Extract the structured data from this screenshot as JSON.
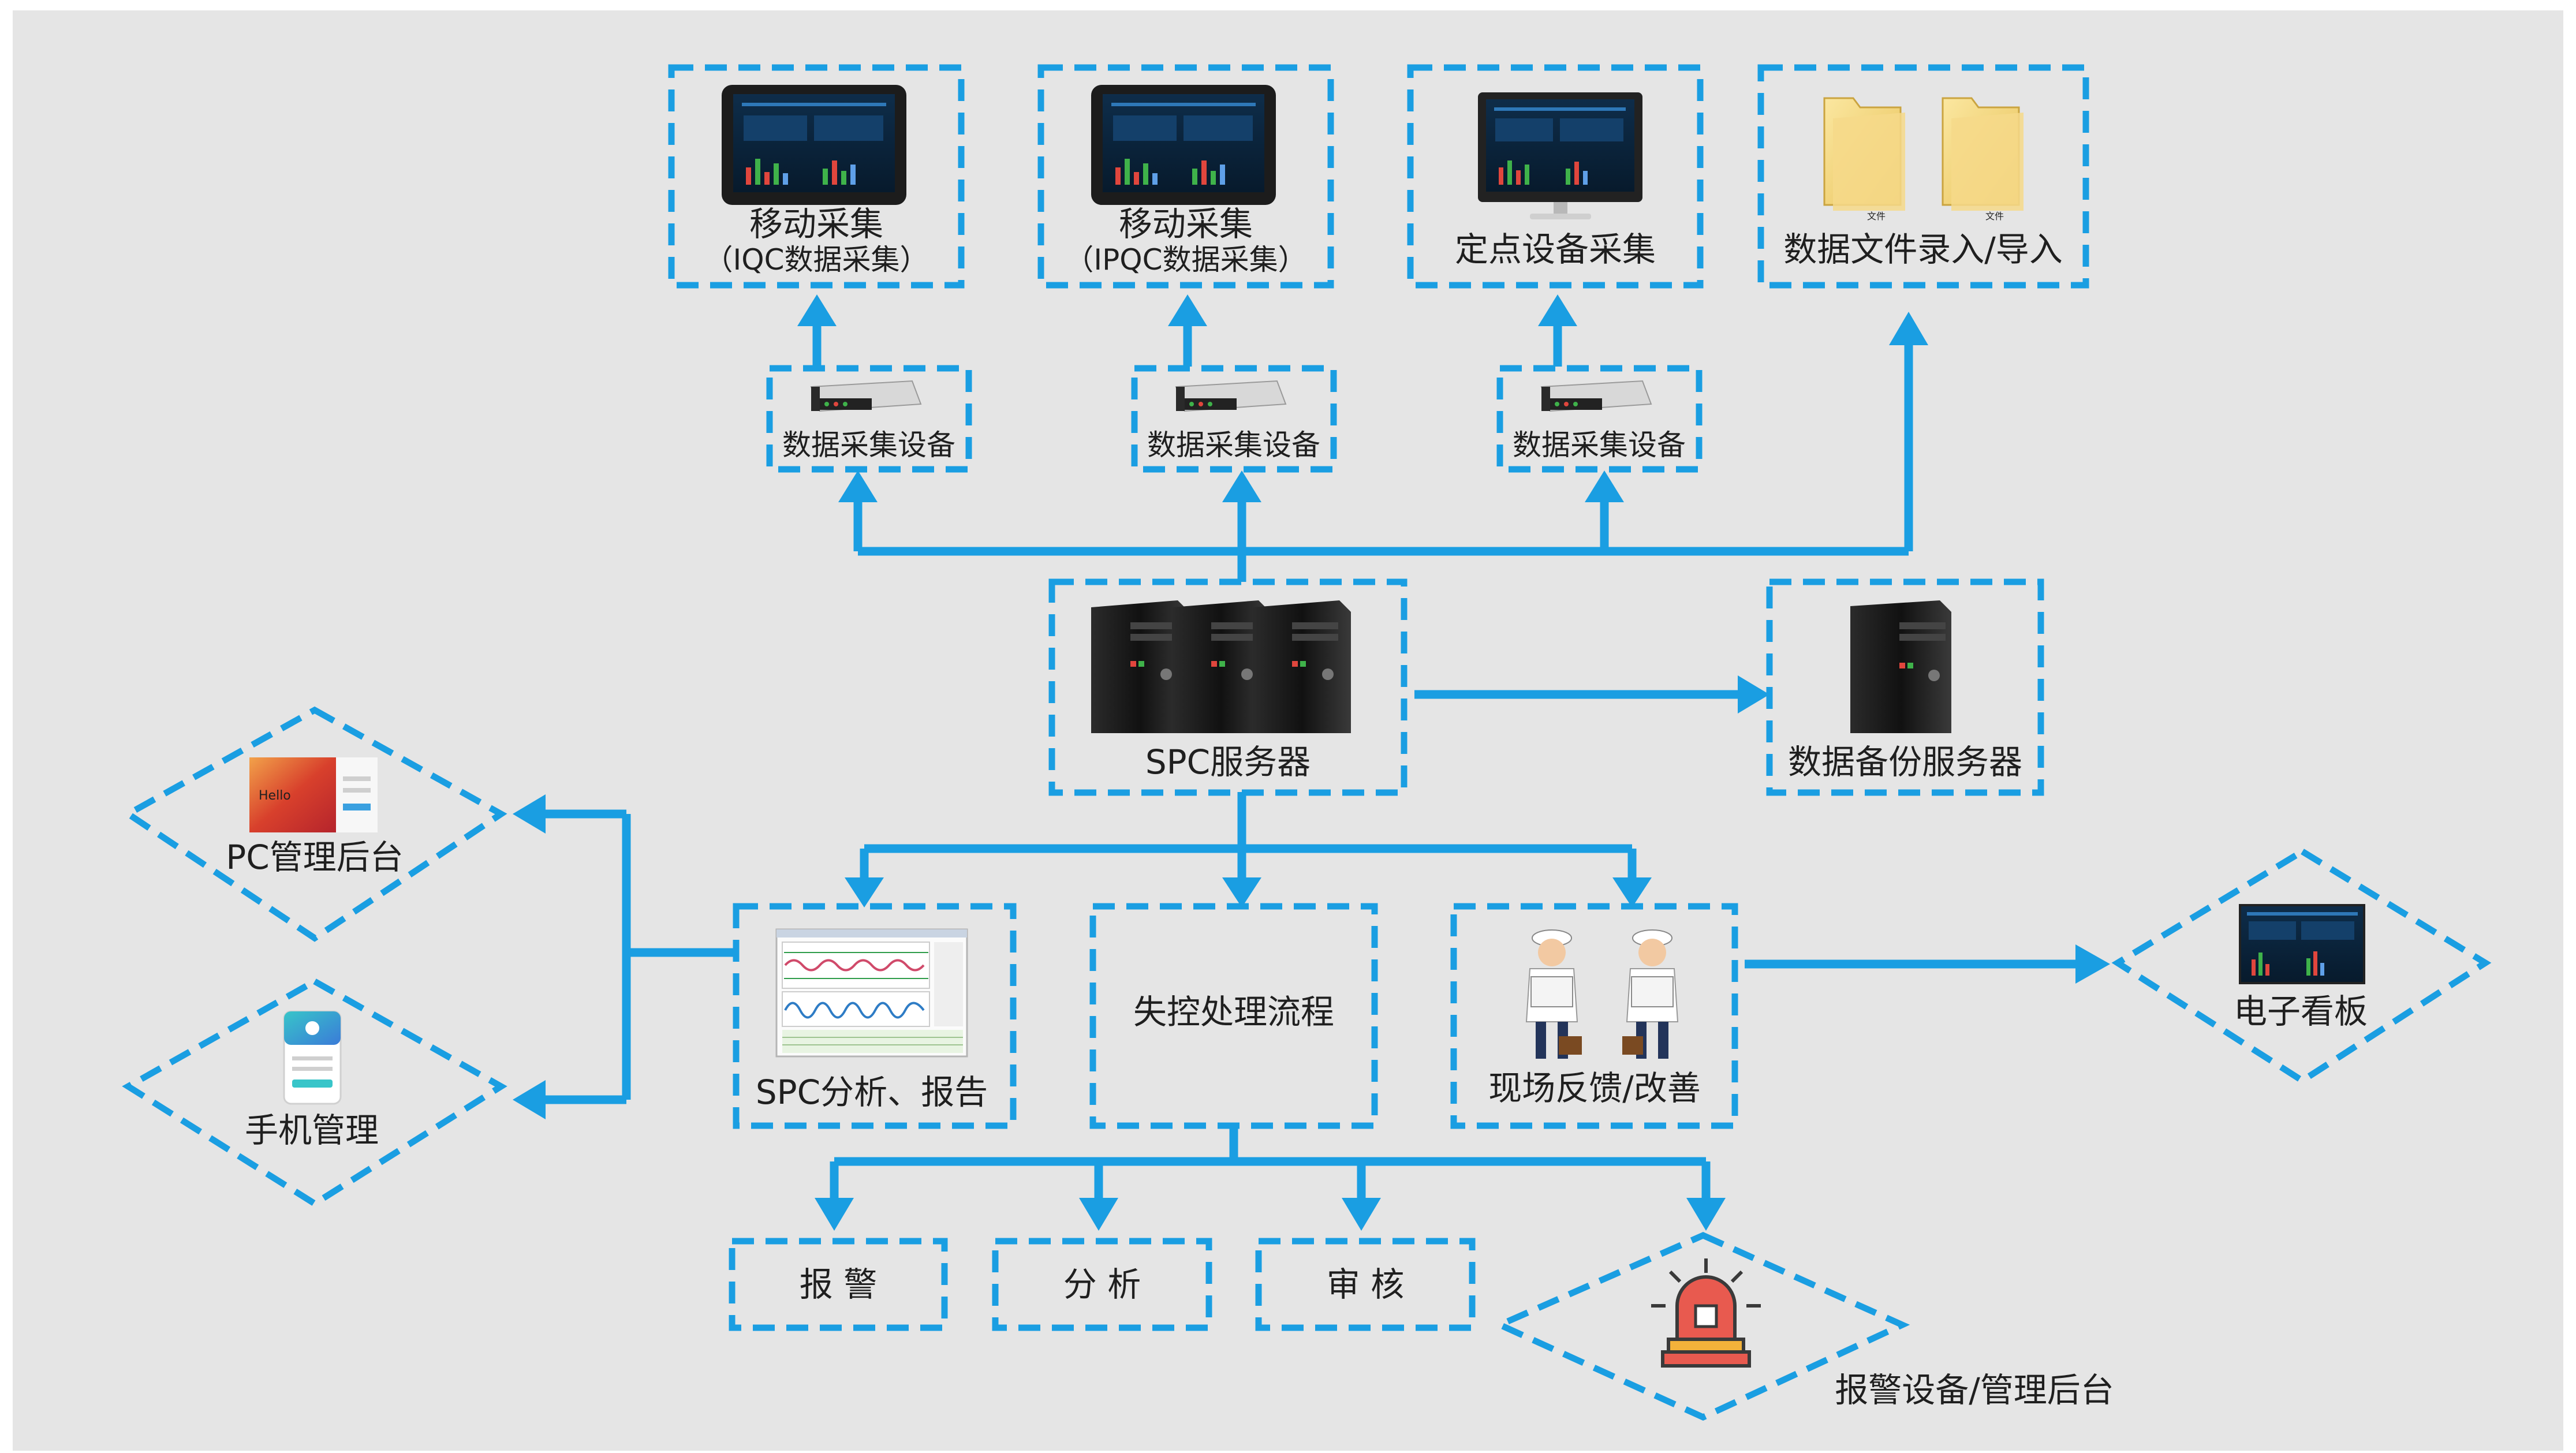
{
  "colors": {
    "background": "#e5e5e5",
    "accent": "#1a9ee2",
    "text": "#1f1f1f"
  },
  "top_row": {
    "mobile_iqc": {
      "title": "移动采集",
      "subtitle": "（IQC数据采集）",
      "icon": "tablet-dashboard-icon"
    },
    "mobile_ipqc": {
      "title": "移动采集",
      "subtitle": "（IPQC数据采集）",
      "icon": "tablet-dashboard-icon"
    },
    "fixed_station": {
      "title": "定点设备采集",
      "icon": "monitor-dashboard-icon"
    },
    "file_import": {
      "title": "数据文件录入/导入",
      "icon": "folder-icon",
      "file_caption": "文件"
    }
  },
  "devices": [
    {
      "label": "数据采集设备",
      "icon": "data-collector-icon"
    },
    {
      "label": "数据采集设备",
      "icon": "data-collector-icon"
    },
    {
      "label": "数据采集设备",
      "icon": "data-collector-icon"
    }
  ],
  "spc_server": {
    "label": "SPC服务器",
    "icon": "server-rack-icon"
  },
  "backup_server": {
    "label": "数据备份服务器",
    "icon": "server-icon"
  },
  "left_clients": {
    "pc_admin": {
      "label": "PC管理后台",
      "icon": "pc-login-icon",
      "screen_text": "Hello"
    },
    "mobile_admin": {
      "label": "手机管理",
      "icon": "phone-app-icon"
    }
  },
  "middle_row": {
    "spc_analysis": {
      "label": "SPC分析、报告",
      "icon": "spc-chart-icon"
    },
    "ooc_process": {
      "label": "失控处理流程"
    },
    "field_feedback": {
      "label": "现场反馈/改善",
      "icon": "workers-icon"
    }
  },
  "dashboard": {
    "label": "电子看板",
    "icon": "dashboard-screen-icon"
  },
  "bottom_row": {
    "alarm": {
      "label": "报 警"
    },
    "analysis": {
      "label": "分 析"
    },
    "review": {
      "label": "审 核"
    },
    "alarm_device": {
      "label": "报警设备/管理后台",
      "icon": "alarm-light-icon"
    }
  }
}
